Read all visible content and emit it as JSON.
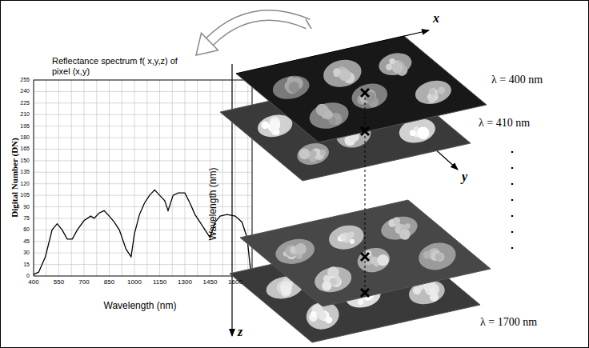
{
  "diagram": {
    "labels": [
      "Reflectance spectrum f( x,y,z) of pixel (x,y)",
      "255",
      "240",
      "225",
      "210",
      "195",
      "180",
      "165",
      "150",
      "135",
      "120",
      "105",
      "90",
      "75",
      "60",
      "45",
      "30",
      "15",
      "0",
      "400",
      "550",
      "700",
      "850",
      "1000",
      "1150",
      "1300",
      "1450",
      "1600",
      "Digital Number (DN)",
      "Wavelength (nm)",
      "x",
      "y",
      "Wavelength (nm)",
      "λ = 400 nm",
      "λ = 410 nm",
      "z",
      "λ = 1700 nm"
    ]
  }
}
